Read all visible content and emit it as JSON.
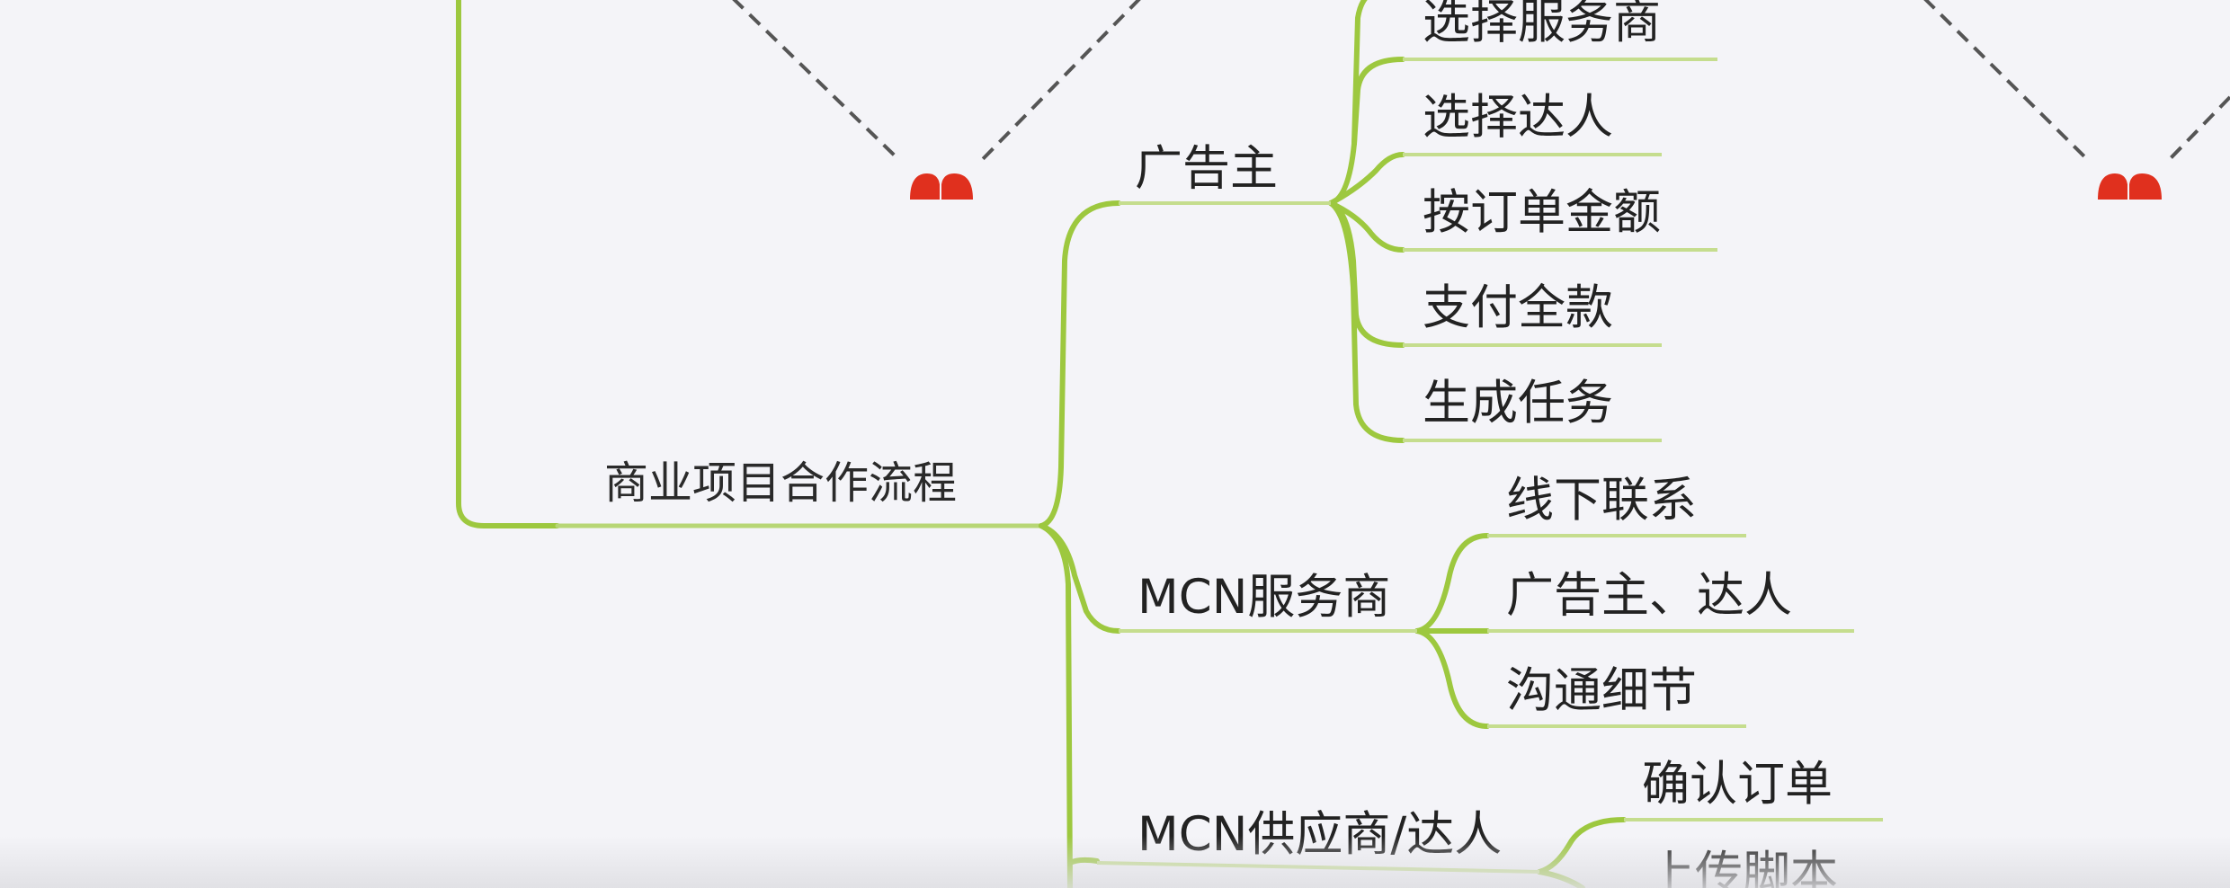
{
  "mindmap": {
    "root": {
      "label": "商业项目合作流程"
    },
    "branches": [
      {
        "label": "广告主",
        "children": [
          "选择服务商",
          "选择达人",
          "按订单金额",
          "支付全款",
          "生成任务"
        ]
      },
      {
        "label": "MCN服务商",
        "children": [
          "线下联系",
          "广告主、达人",
          "沟通细节"
        ]
      },
      {
        "label": "MCN供应商/达人",
        "children": [
          "确认订单",
          "上传脚本"
        ]
      }
    ]
  },
  "colors": {
    "connector": "#9dc83f",
    "underline": "#c5dd8e",
    "marker": "#e0301e",
    "dashed": "#555555",
    "background": "#f4f4f8"
  },
  "icons": [
    "pair-marker-icon",
    "pair-marker-icon"
  ]
}
